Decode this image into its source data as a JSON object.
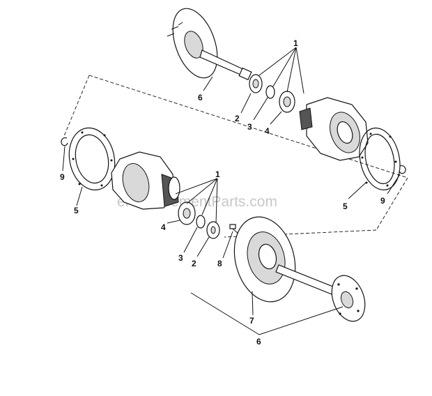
{
  "watermark": "eReplacementParts.com",
  "callouts": {
    "upper_1": "1",
    "upper_2": "2",
    "upper_3": "3",
    "upper_4": "4",
    "upper_6": "6",
    "right_5": "5",
    "right_9": "9",
    "left_9": "9",
    "left_5": "5",
    "lower_1": "1",
    "lower_4": "4",
    "lower_3": "3",
    "lower_2": "2",
    "lower_8": "8",
    "lower_7": "7",
    "lower_6": "6"
  }
}
